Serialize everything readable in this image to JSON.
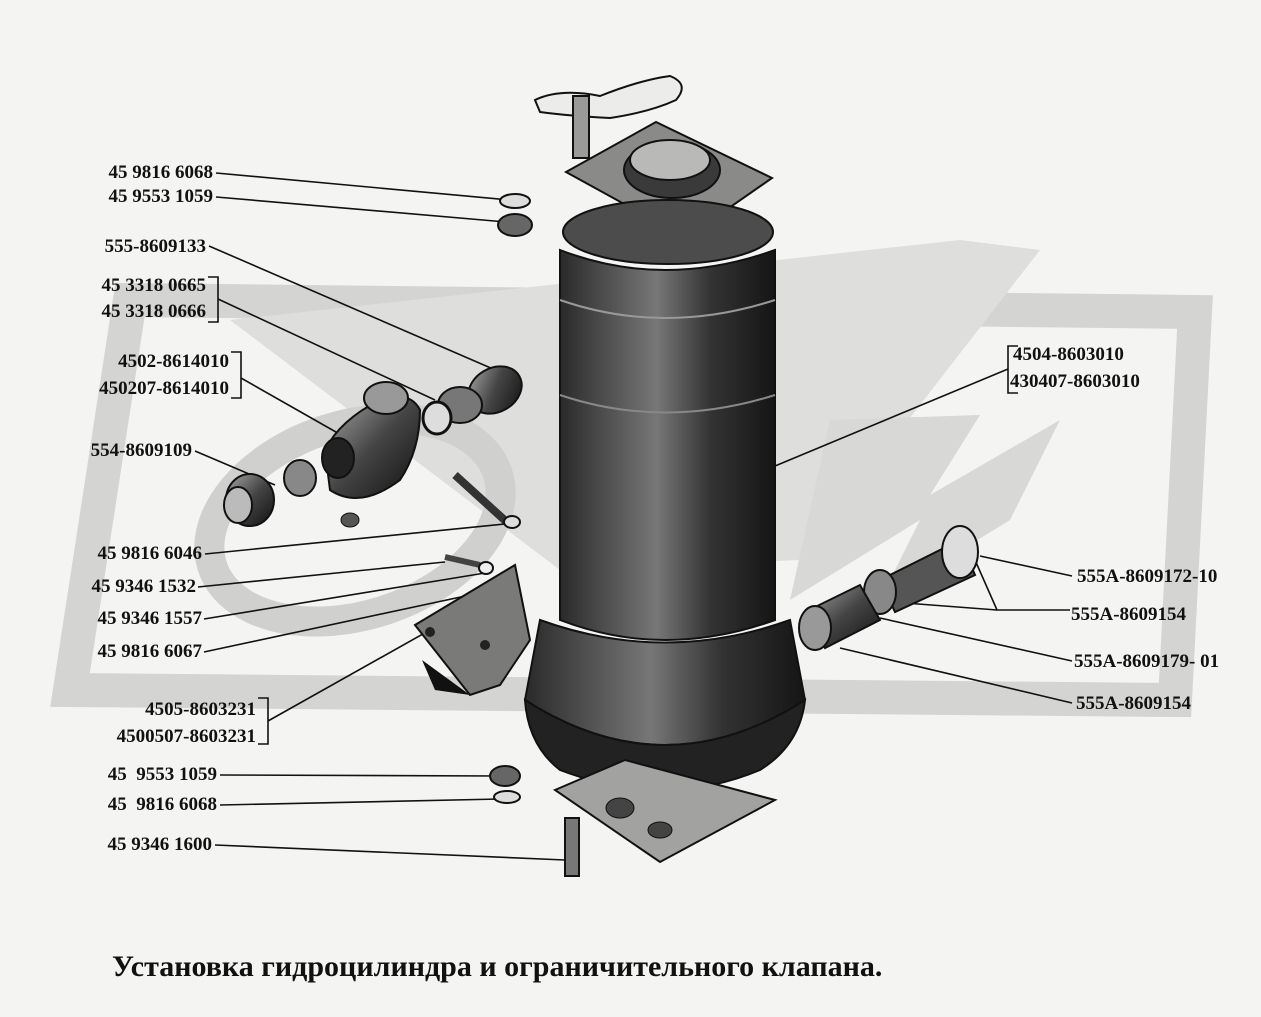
{
  "caption": "Установка гидроцилиндра и ограничительного клапана.",
  "labels": {
    "l1": "45 9816 6068",
    "l2": "45 9553 1059",
    "l3": "555-8609133",
    "l4": "45 3318 0665",
    "l5": "45 3318 0666",
    "l6": "4502-8614010",
    "l7": "450207-8614010",
    "l8": "554-8609109",
    "l9": "45 9816 6046",
    "l10": "45 9346 1532",
    "l11": "45 9346 1557",
    "l12": "45 9816 6067",
    "l13": "4505-8603231",
    "l14": "4500507-8603231",
    "l15": "45  9553 1059",
    "l16": "45  9816 6068",
    "l17": "45 9346 1600",
    "r1": "4504-8603010",
    "r2": "430407-8603010",
    "r3": "555A-8609172-10",
    "r4": "555A-8609154",
    "r5": "555A-8609179- 01",
    "r6": "555A-8609154"
  },
  "watermark": {
    "color": "#cfcfcd"
  }
}
